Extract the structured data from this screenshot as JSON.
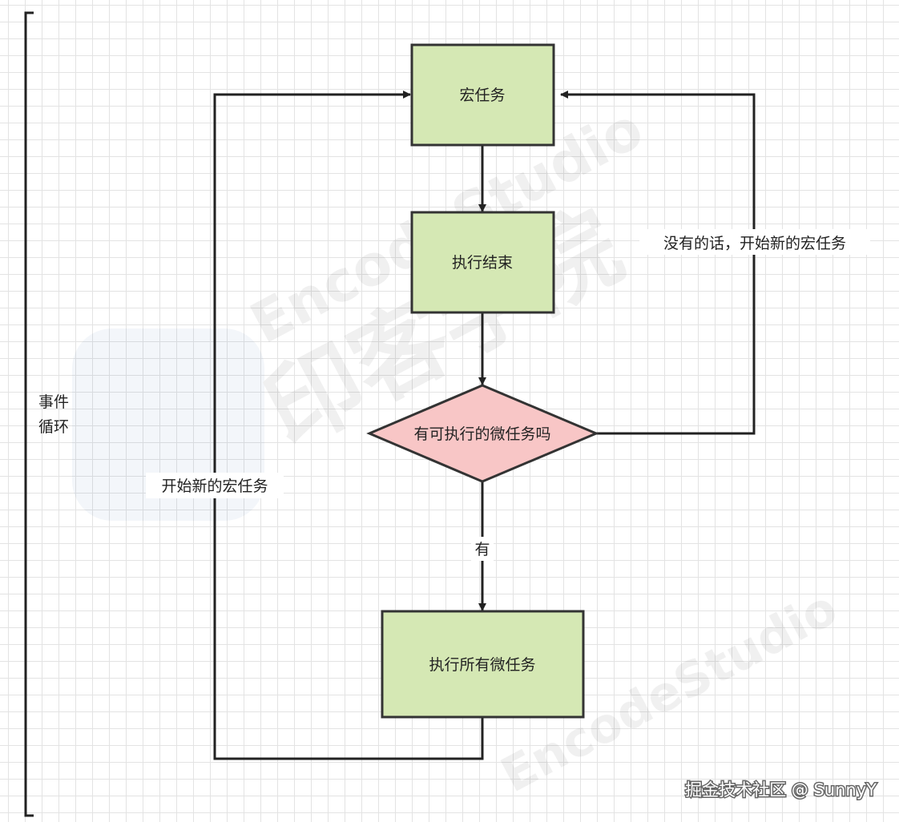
{
  "diagram": {
    "nodes": {
      "macro_task": {
        "label": "宏任务",
        "fill": "#d5e8b4",
        "stroke": "#333333"
      },
      "exec_end": {
        "label": "执行结束",
        "fill": "#d5e8b4",
        "stroke": "#333333"
      },
      "decision": {
        "label": "有可执行的微任务吗",
        "fill": "#f8c6c6",
        "stroke": "#333333"
      },
      "exec_all_micro": {
        "label": "执行所有微任务",
        "fill": "#d5e8b4",
        "stroke": "#333333"
      }
    },
    "edge_labels": {
      "no_branch": "没有的话，开始新的宏任务",
      "yes_branch": "有",
      "loop_back": "开始新的宏任务"
    },
    "bracket_label_line1": "事件",
    "bracket_label_line2": "循环"
  },
  "watermark": {
    "brand_latin": "EncodeStudio",
    "brand_cn": "印客学院"
  },
  "credit": "掘金技术社区 @ SunnyY"
}
